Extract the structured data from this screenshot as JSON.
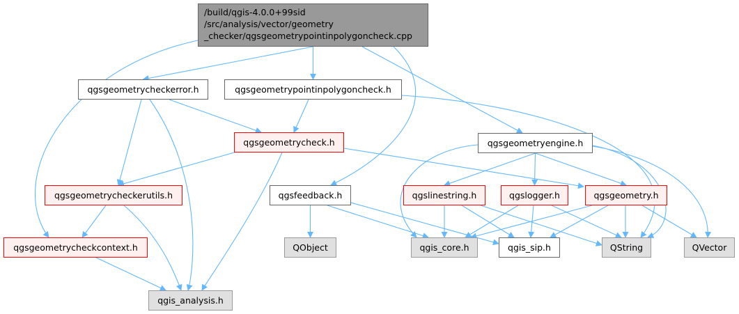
{
  "diagram": {
    "type": "include-dependency-graph",
    "edge_color": "#63b8ff",
    "nodes": [
      {
        "id": "root",
        "label": "/build/qgis-4.0.0+99sid /src/analysis/vector/geometry _checker/qgsgeometrypointinpolygoncheck.cpp",
        "lines": [
          "/build/qgis-4.0.0+99sid",
          "/src/analysis/vector/geometry",
          "_checker/qgsgeometrypointinpolygoncheck.cpp"
        ],
        "style": "root"
      },
      {
        "id": "checkerror",
        "label": "qgsgeometrycheckerror.h",
        "style": "plain"
      },
      {
        "id": "pipcheck",
        "label": "qgsgeometrypointinpolygoncheck.h",
        "style": "plain"
      },
      {
        "id": "check",
        "label": "qgsgeometrycheck.h",
        "style": "red"
      },
      {
        "id": "engine",
        "label": "qgsgeometryengine.h",
        "style": "plain"
      },
      {
        "id": "utils",
        "label": "qgsgeometrycheckerutils.h",
        "style": "red"
      },
      {
        "id": "feedback",
        "label": "qgsfeedback.h",
        "style": "plain"
      },
      {
        "id": "linestring",
        "label": "qgslinestring.h",
        "style": "red"
      },
      {
        "id": "logger",
        "label": "qgslogger.h",
        "style": "red"
      },
      {
        "id": "geometry",
        "label": "qgsgeometry.h",
        "style": "red"
      },
      {
        "id": "context",
        "label": "qgsgeometrycheckcontext.h",
        "style": "red"
      },
      {
        "id": "qobject",
        "label": "QObject",
        "style": "gray"
      },
      {
        "id": "core",
        "label": "qgis_core.h",
        "style": "gray"
      },
      {
        "id": "sip",
        "label": "qgis_sip.h",
        "style": "plain"
      },
      {
        "id": "qstring",
        "label": "QString",
        "style": "gray"
      },
      {
        "id": "qvector",
        "label": "QVector",
        "style": "gray"
      },
      {
        "id": "analysis",
        "label": "qgis_analysis.h",
        "style": "gray"
      }
    ],
    "edges": [
      [
        "root",
        "checkerror"
      ],
      [
        "root",
        "pipcheck"
      ],
      [
        "root",
        "engine"
      ],
      [
        "root",
        "feedback"
      ],
      [
        "root",
        "context"
      ],
      [
        "checkerror",
        "check"
      ],
      [
        "checkerror",
        "utils"
      ],
      [
        "checkerror",
        "analysis"
      ],
      [
        "pipcheck",
        "check"
      ],
      [
        "pipcheck",
        "qstring"
      ],
      [
        "check",
        "utils"
      ],
      [
        "check",
        "geometry"
      ],
      [
        "check",
        "analysis"
      ],
      [
        "utils",
        "context"
      ],
      [
        "utils",
        "analysis"
      ],
      [
        "context",
        "analysis"
      ],
      [
        "engine",
        "linestring"
      ],
      [
        "engine",
        "logger"
      ],
      [
        "engine",
        "geometry"
      ],
      [
        "engine",
        "core"
      ],
      [
        "engine",
        "qstring"
      ],
      [
        "engine",
        "qvector"
      ],
      [
        "feedback",
        "qobject"
      ],
      [
        "feedback",
        "core"
      ],
      [
        "feedback",
        "sip"
      ],
      [
        "linestring",
        "core"
      ],
      [
        "linestring",
        "sip"
      ],
      [
        "linestring",
        "qstring"
      ],
      [
        "logger",
        "core"
      ],
      [
        "logger",
        "sip"
      ],
      [
        "logger",
        "qstring"
      ],
      [
        "geometry",
        "core"
      ],
      [
        "geometry",
        "sip"
      ],
      [
        "geometry",
        "qstring"
      ],
      [
        "geometry",
        "qvector"
      ]
    ]
  }
}
